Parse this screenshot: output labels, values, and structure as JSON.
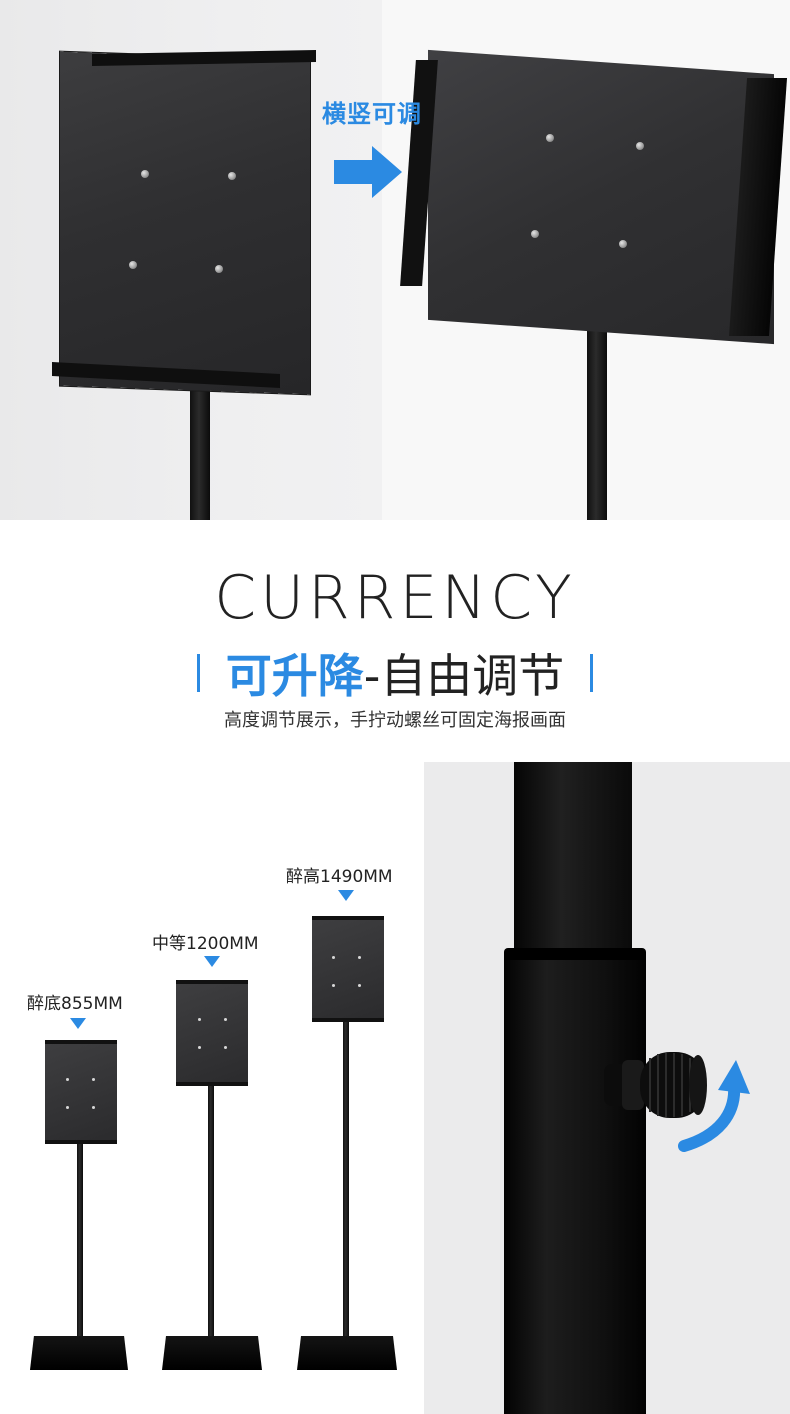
{
  "top": {
    "orientation_label": "横竖可调"
  },
  "middle": {
    "heading": "CURRENCY",
    "sub_heading_highlight": "可升降",
    "sub_heading_rest": "-自由调节",
    "description": "高度调节展示，手拧动螺丝可固定海报画面"
  },
  "stands": [
    {
      "label": "醉底855MM"
    },
    {
      "label": "中等1200MM"
    },
    {
      "label": "醉高1490MM"
    }
  ],
  "colors": {
    "accent": "#2b8ae2",
    "text": "#222222"
  },
  "icons": {
    "orientation_arrow": "arrow-right-icon",
    "stand_marker": "triangle-down-icon",
    "rotate_arrow": "rotate-arrow-icon"
  }
}
